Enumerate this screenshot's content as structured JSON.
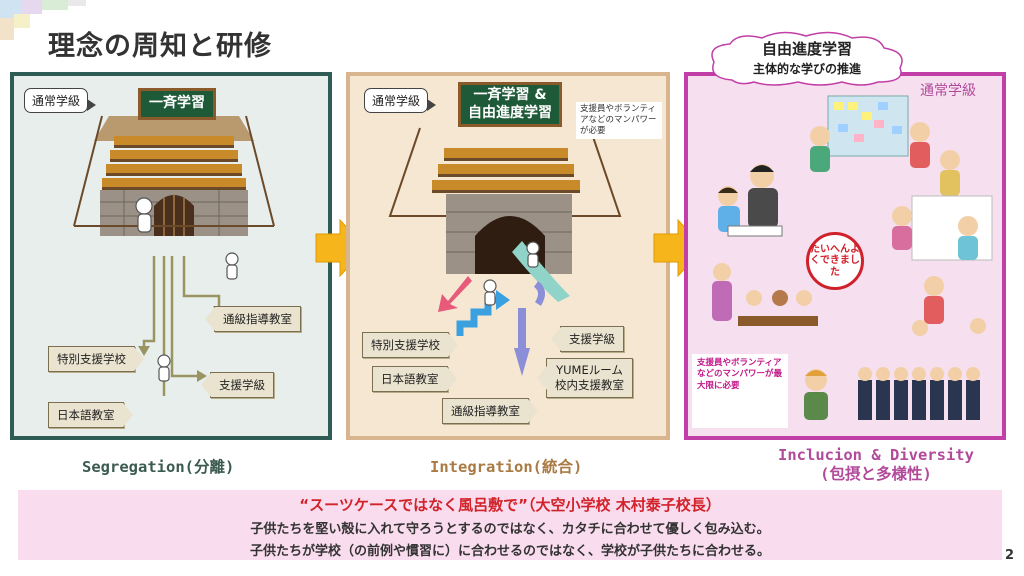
{
  "title": "理念の周知と研修",
  "panels": {
    "segregation": {
      "class_label": "通常学級",
      "board": "一斉学習",
      "rooms": [
        "通級指導教室",
        "特別支援学校",
        "支援学級",
        "日本語教室"
      ],
      "caption": "Segregation(分離)"
    },
    "integration": {
      "class_label": "通常学級",
      "board_line1": "一斉学習 &",
      "board_line2": "自由進度学習",
      "note": "支援員やボランティアなどのマンパワーが必要",
      "rooms": [
        "特別支援学校",
        "支援学級",
        "日本語教室",
        "YUMEルーム",
        "校内支援教室",
        "通級指導教室"
      ],
      "caption": "Integration(統合)"
    },
    "inclusion": {
      "cloud_line1": "自由進度学習",
      "cloud_line2": "主体的な学びの推進",
      "class_label": "通常学級",
      "stamp": "たいへんよくできました",
      "note": "支援員やボランティアなどのマンパワーが最大限に必要",
      "caption_line1": "Inclucion & Diversity",
      "caption_line2": "(包摂と多様性)"
    }
  },
  "quote": {
    "headline": "“スーツケースではなく風呂敷で”（大空小学校 木村泰子校長）",
    "line1": "子供たちを堅い殻に入れて守ろうとするのではなく、カタチに合わせて優しく包み込む。",
    "line2": "子供たちが学校（の前例や慣習に）に合わせるのではなく、学校が子供たちに合わせる。"
  },
  "page_number": "2",
  "colors": {
    "seg_border": "#2f5d55",
    "int_border": "#d8b58e",
    "inc_border": "#c13fa6",
    "arrow": "#f5b51b",
    "quote_bg": "#f9dcee",
    "quote_headline": "#d2232a"
  }
}
